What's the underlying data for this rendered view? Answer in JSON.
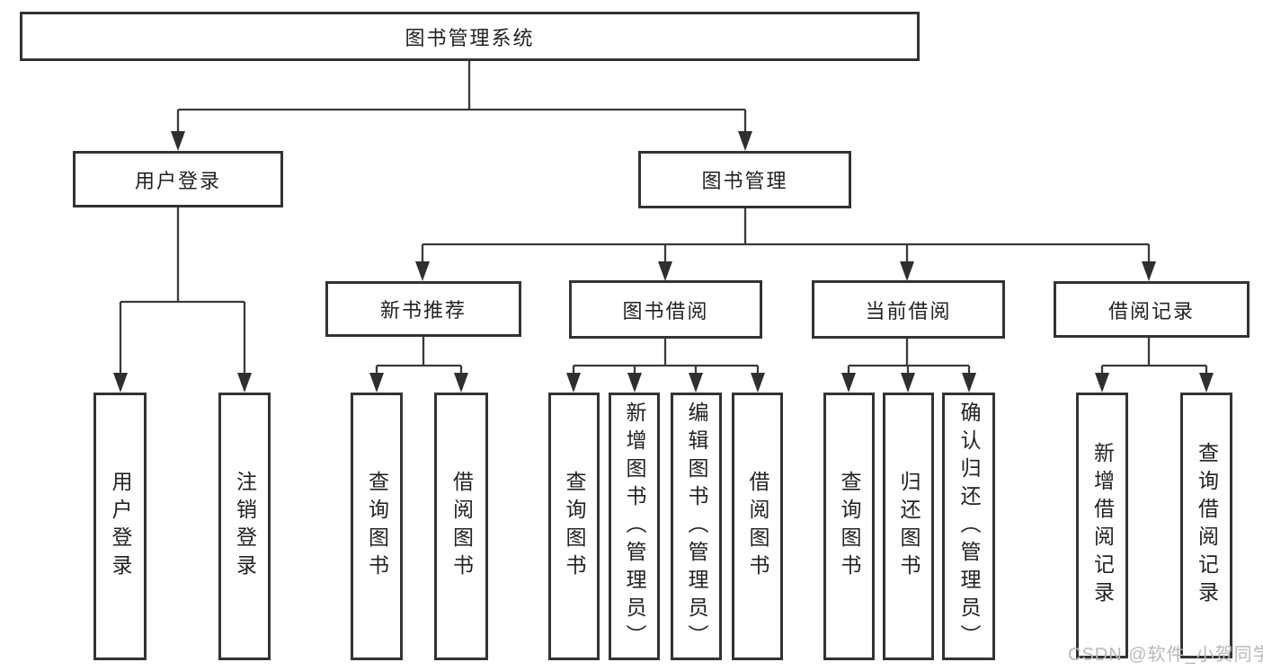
{
  "diagram": {
    "root": {
      "label": "图书管理系统"
    },
    "level2": {
      "user_login": {
        "label": "用户登录"
      },
      "book_mgmt": {
        "label": "图书管理"
      }
    },
    "level3": {
      "new_books": {
        "label": "新书推荐"
      },
      "book_borrow": {
        "label": "图书借阅"
      },
      "current_borrow": {
        "label": "当前借阅"
      },
      "borrow_records": {
        "label": "借阅记录"
      }
    },
    "leaves": {
      "user_login": [
        {
          "label": "用户登录"
        },
        {
          "label": "注销登录"
        }
      ],
      "new_books": [
        {
          "label": "查询图书"
        },
        {
          "label": "借阅图书"
        }
      ],
      "book_borrow": [
        {
          "label": "查询图书"
        },
        {
          "label": "新增图书（管理员）"
        },
        {
          "label": "编辑图书（管理员）"
        },
        {
          "label": "借阅图书"
        }
      ],
      "current_borrow": [
        {
          "label": "查询图书"
        },
        {
          "label": "归还图书"
        },
        {
          "label": "确认归还（管理员）"
        }
      ],
      "borrow_records": [
        {
          "label": "新增借阅记录"
        },
        {
          "label": "查询借阅记录"
        }
      ]
    },
    "watermark": "CSDN @软件_小贺同学",
    "colors": {
      "line": "#3a3a3a",
      "border": "#333333",
      "text": "#222222",
      "watermark_color": "#b9b9b9",
      "background": "#ffffff"
    }
  }
}
